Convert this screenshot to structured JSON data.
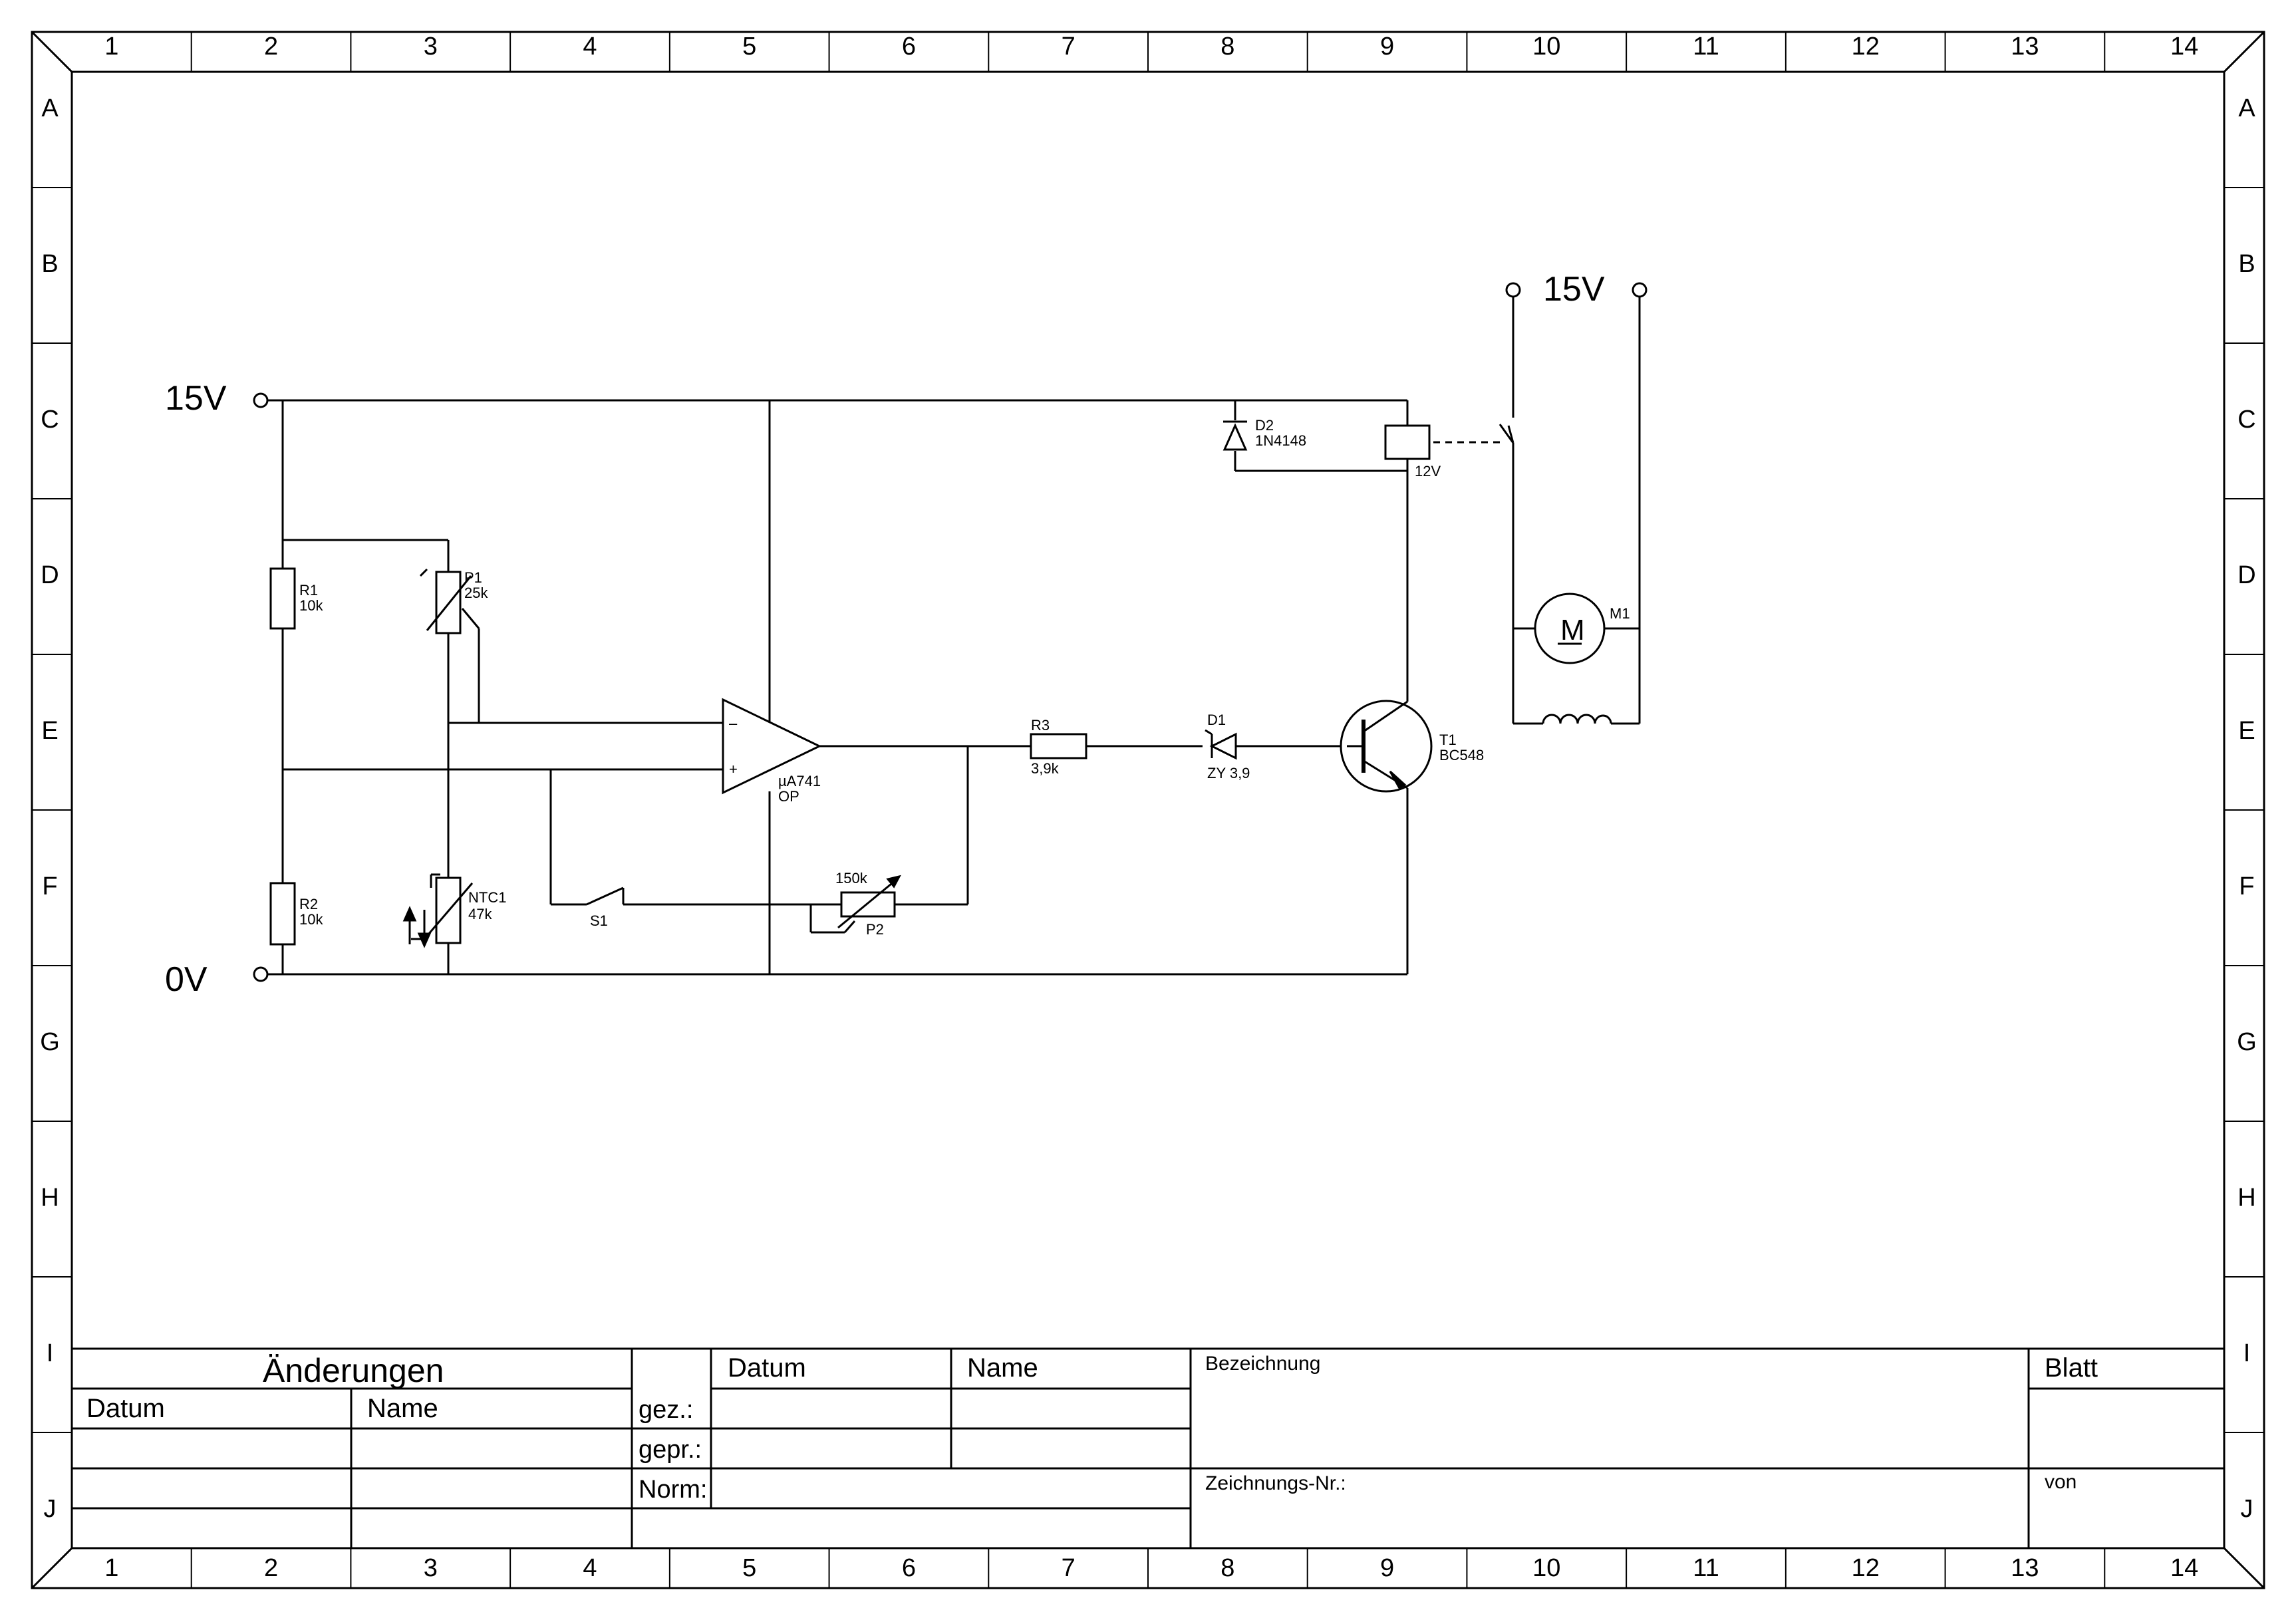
{
  "frame": {
    "columns": [
      "1",
      "2",
      "3",
      "4",
      "5",
      "6",
      "7",
      "8",
      "9",
      "10",
      "11",
      "12",
      "13",
      "14"
    ],
    "rows": [
      "A",
      "B",
      "C",
      "D",
      "E",
      "F",
      "G",
      "H",
      "I",
      "J"
    ]
  },
  "circuit": {
    "supply_top": "15V",
    "supply_bottom": "0V",
    "supply_motor": "15V",
    "r1": {
      "name": "R1",
      "value": "10k"
    },
    "r2": {
      "name": "R2",
      "value": "10k"
    },
    "p1": {
      "name": "P1",
      "value": "25k"
    },
    "ntc1": {
      "name": "NTC1",
      "value": "47k"
    },
    "opamp": {
      "type": "µA741",
      "label": "OP",
      "minus": "–",
      "plus": "+"
    },
    "s1": {
      "name": "S1"
    },
    "p2": {
      "name": "P2",
      "value": "150k"
    },
    "r3": {
      "name": "R3",
      "value": "3,9k"
    },
    "d1": {
      "name": "D1",
      "value": "ZY 3,9"
    },
    "d2": {
      "name": "D2",
      "value": "1N4148"
    },
    "t1": {
      "name": "T1",
      "value": "BC548"
    },
    "relay": {
      "value": "12V"
    },
    "m1": {
      "name": "M1",
      "symbol": "M"
    }
  },
  "title_block": {
    "changes_header": "Änderungen",
    "changes_datum": "Datum",
    "changes_name": "Name",
    "datum": "Datum",
    "name": "Name",
    "gez": "gez.:",
    "gepr": "gepr.:",
    "norm": "Norm:",
    "bezeichnung": "Bezeichnung",
    "zeichnungs_nr": "Zeichnungs-Nr.:",
    "blatt": "Blatt",
    "von": "von"
  }
}
